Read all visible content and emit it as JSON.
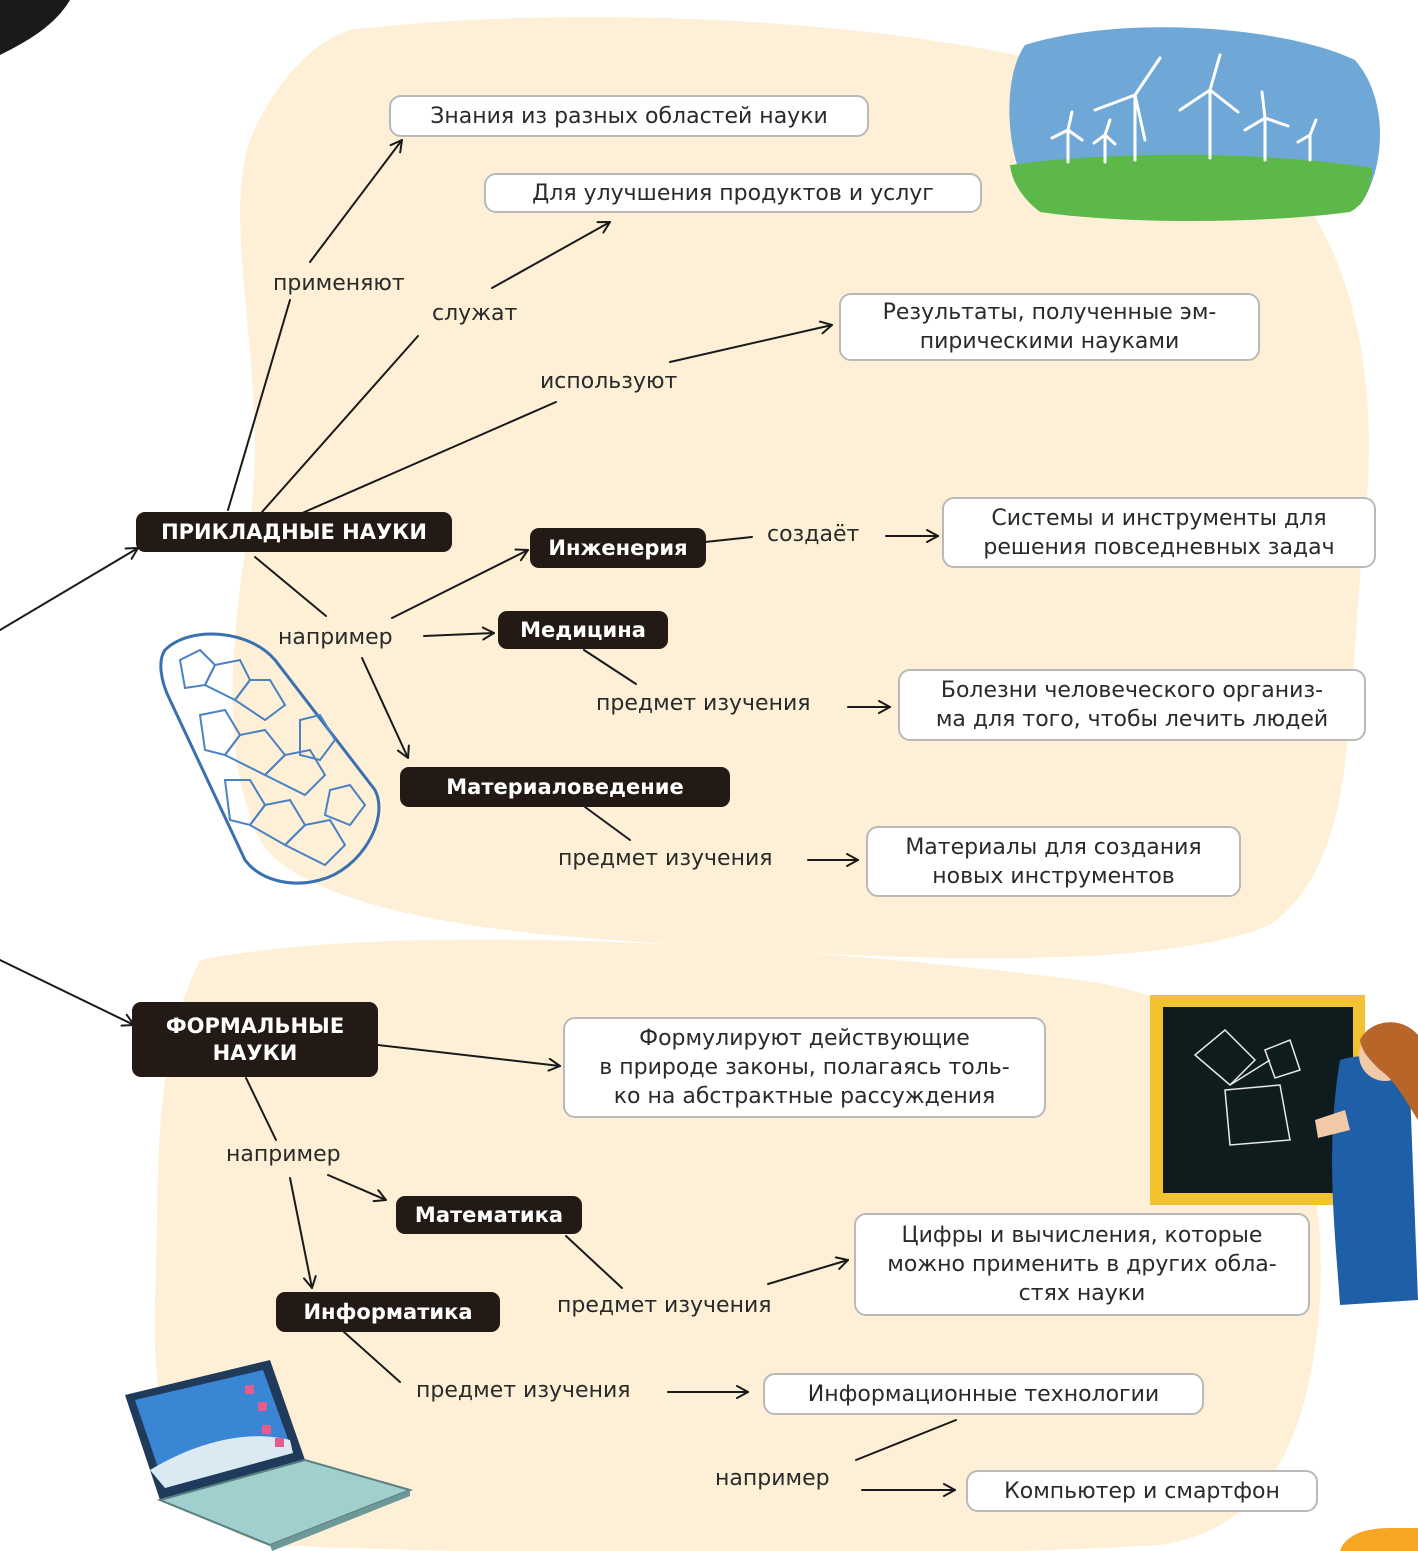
{
  "colors": {
    "background_blob": "#fdf0d6",
    "category_fill": "#231a16",
    "box_border": "#b9b9b9",
    "line": "#1a1a1a",
    "accent_orange": "#f5a623"
  },
  "categories": {
    "applied": "ПРИКЛАДНЫЕ НАУКИ",
    "formal": "ФОРМАЛЬНЫЕ\nНАУКИ",
    "engineering": "Инженерия",
    "medicine": "Медицина",
    "materials": "Материаловедение",
    "math": "Математика",
    "cs": "Информатика"
  },
  "boxes": {
    "knowledge": "Знания из разных областей науки",
    "improve": "Для улучшения продуктов и услуг",
    "results": "Результаты, полученные эм-\nпирическими науками",
    "systems": "Системы и инструменты для\nрешения повседневных задач",
    "diseases": "Болезни человеческого организ-\nма для того, чтобы лечить людей",
    "materials_box": "Материалы для создания\nновых инструментов",
    "formulate": "Формулируют действующие\nв природе законы, полагаясь толь-\nко на абстрактные рассуждения",
    "numbers": "Цифры и вычисления, которые\nможно применить в других обла-\nстях науки",
    "it": "Информационные технологии",
    "devices": "Компьютер и смартфон"
  },
  "edge_labels": {
    "apply": "применяют",
    "serve": "служат",
    "use": "используют",
    "creates": "создаёт",
    "example_applied": "например",
    "subject_medicine": "предмет изучения",
    "subject_materials": "предмет изучения",
    "example_formal": "например",
    "subject_math": "предмет изучения",
    "subject_cs": "предмет изучения",
    "example_it": "например"
  },
  "illustrations": [
    "wind-turbines-illustration",
    "nanotube-illustration",
    "teacher-chalkboard-illustration",
    "laptop-illustration"
  ]
}
